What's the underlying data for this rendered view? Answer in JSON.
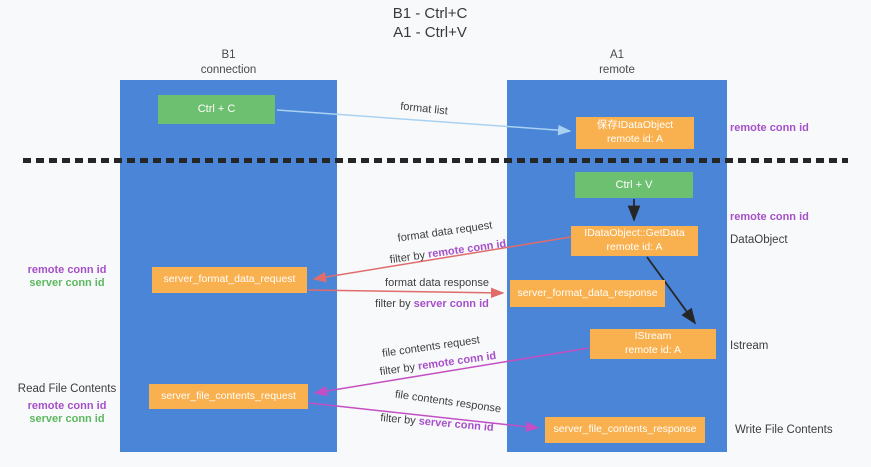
{
  "title": {
    "line1": "B1 - Ctrl+C",
    "line2": "A1 - Ctrl+V"
  },
  "columns": {
    "left": {
      "name": "B1",
      "role": "connection"
    },
    "right": {
      "name": "A1",
      "role": "remote"
    }
  },
  "nodes": {
    "ctrl_c": {
      "label": "Ctrl + C"
    },
    "ctrl_v": {
      "label": "Ctrl + V"
    },
    "save_dataobject": {
      "line1": "保存IDataObject",
      "line2": "remote id: A"
    },
    "getdata": {
      "line1": "IDataObject::GetData",
      "line2": "remote id: A"
    },
    "istream": {
      "line1": "IStream",
      "line2": "remote id: A"
    },
    "format_request": {
      "label": "server_format_data_request"
    },
    "format_response": {
      "label": "server_format_data_response"
    },
    "file_request": {
      "label": "server_file_contents_request"
    },
    "file_response": {
      "label": "server_file_contents_response"
    }
  },
  "flow_labels": {
    "format_list": "format list",
    "format_data_request": "format data request",
    "format_data_request_filter": {
      "prefix": "filter by ",
      "highlight": "remote conn id"
    },
    "format_data_response": "format data response",
    "format_data_response_filter": {
      "prefix": "filter by ",
      "highlight": "server conn id"
    },
    "file_contents_request": "file contents request",
    "file_contents_request_filter": {
      "prefix": "filter by ",
      "highlight": "remote conn id"
    },
    "file_contents_response": "file contents response",
    "file_contents_response_filter": {
      "prefix": "filter by ",
      "highlight": "server conn id"
    }
  },
  "side_labels": {
    "right_remote_conn_id_top": "remote conn id",
    "right_remote_conn_id_mid": "remote conn id",
    "right_dataobject": "DataObject",
    "right_istream": "Istream",
    "right_write_file": "Write File Contents",
    "left_remote_conn_id_mid": "remote conn id",
    "left_server_conn_id_mid": "server conn id",
    "left_read_file": "Read File Contents",
    "left_remote_conn_id_bottom": "remote conn id",
    "left_server_conn_id_bottom": "server conn id"
  },
  "colors": {
    "bg": "#f8f9fb",
    "lane_blue": "#4a85d8",
    "box_green": "#6ec071",
    "box_orange": "#f9b04e",
    "text_purple": "#a650c9",
    "text_green": "#5cb85f",
    "arrow_red": "#e06c6c",
    "arrow_magenta": "#c44fc4",
    "arrow_lightblue": "#a9d2f2",
    "arrow_black": "#262626"
  }
}
